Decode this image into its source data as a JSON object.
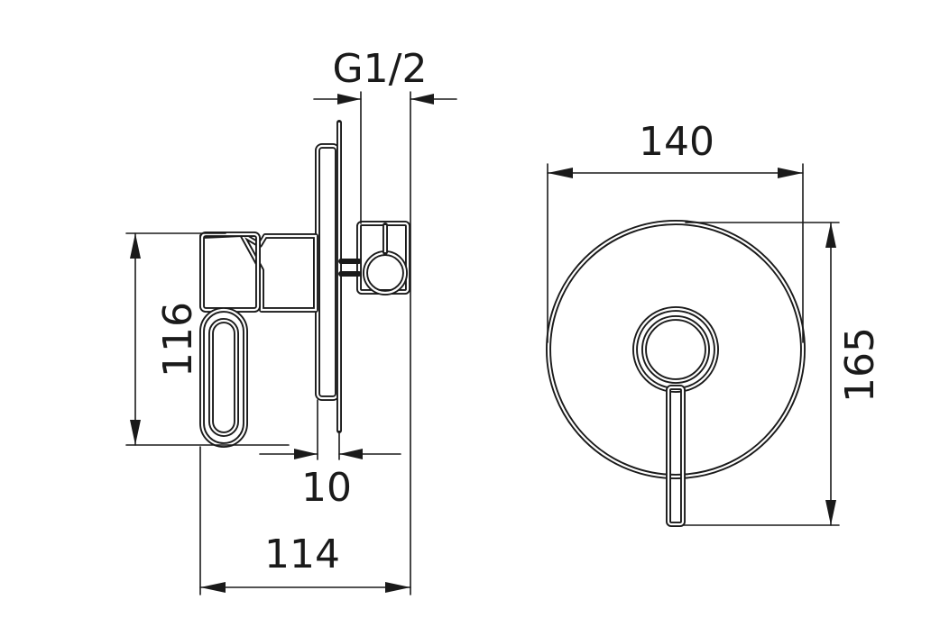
{
  "dimensions": {
    "thread": "G1/2",
    "width": "140",
    "height_side": "116",
    "wall_gap": "10",
    "depth": "114",
    "height": "165"
  },
  "colors": {
    "line": "#1a1a1a",
    "background": "#ffffff"
  }
}
